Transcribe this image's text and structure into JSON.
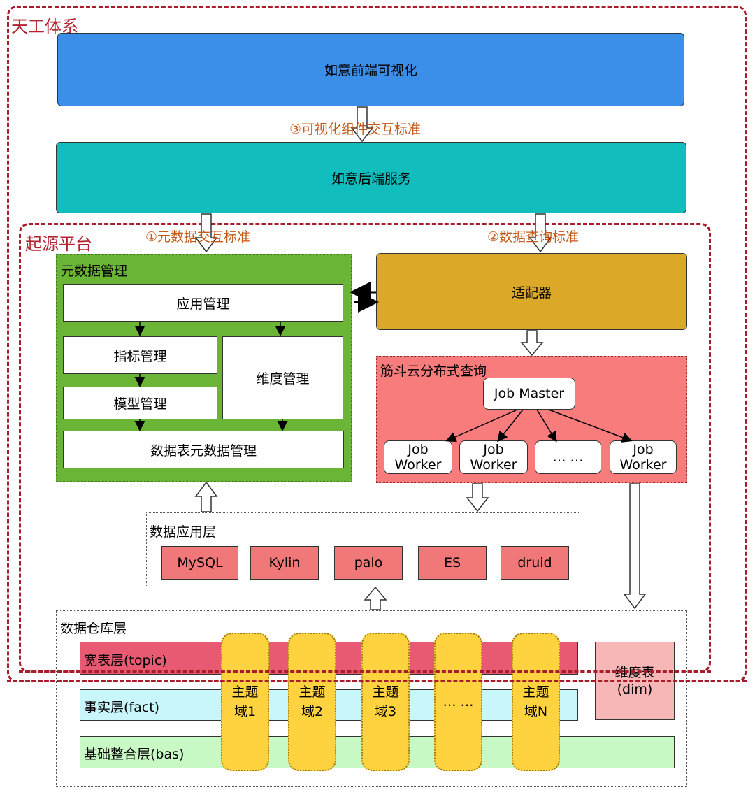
{
  "tiangong": {
    "title": "天工体系"
  },
  "frontend": {
    "label": "如意前端可视化",
    "color": "#3b8fe8"
  },
  "standard3": {
    "label": "③可视化组件交互标准"
  },
  "backend": {
    "label": "如意后端服务",
    "color": "#12bdbd"
  },
  "qiyuan": {
    "title": "起源平台"
  },
  "standard1": {
    "label": "①元数据交互标准"
  },
  "standard2": {
    "label": "②数据查询标准"
  },
  "metadata": {
    "title": "元数据管理",
    "app": "应用管理",
    "indicator": "指标管理",
    "model": "模型管理",
    "dimension": "维度管理",
    "table_meta": "数据表元数据管理",
    "color": "#6ab535"
  },
  "adapter": {
    "label": "适配器",
    "color": "#dba828"
  },
  "jindou": {
    "title": "筋斗云分布式查询",
    "master": "Job Master",
    "workers": [
      "Job\nWorker",
      "Job\nWorker",
      "… …",
      "Job\nWorker"
    ],
    "color": "#f87c7c"
  },
  "app_layer": {
    "title": "数据应用层",
    "items": [
      "MySQL",
      "Kylin",
      "palo",
      "ES",
      "druid"
    ]
  },
  "warehouse": {
    "title": "数据仓库层",
    "topic": "宽表层(topic)",
    "fact": "事实层(fact)",
    "bas": "基础整合层(bas)",
    "domains": [
      "主题\n域1",
      "主题\n域2",
      "主题\n域3",
      "… …",
      "主题\n域N"
    ],
    "dim": "维度表\n(dim)",
    "colors": {
      "topic": "#e85a72",
      "fact": "#c8f6fb",
      "bas": "#c8f8c4",
      "dim": "#f7b7b7",
      "domain": "#ffd23f"
    }
  }
}
